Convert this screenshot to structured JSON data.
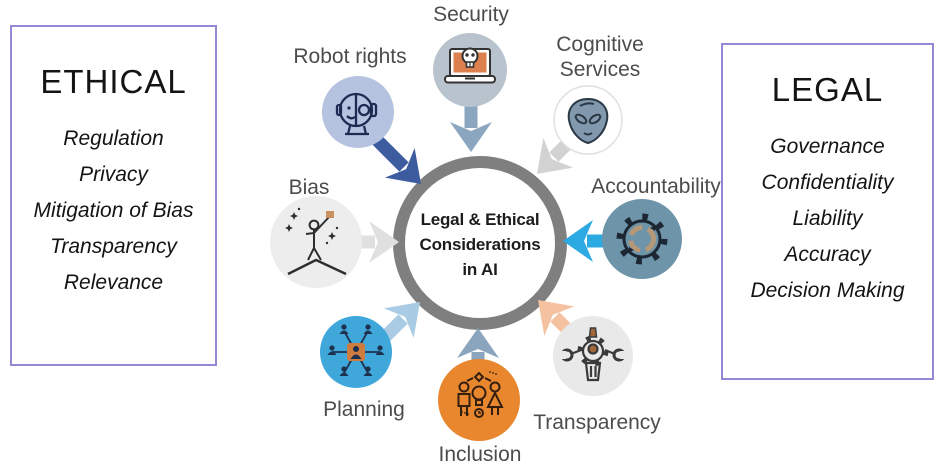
{
  "diagram": {
    "center": {
      "lines": [
        "Legal & Ethical",
        "Considerations",
        "in AI"
      ],
      "ring_color": "#7f7f7f"
    },
    "nodes": [
      {
        "id": "robot-rights",
        "label": "Robot rights",
        "icon": "robot-head-icon",
        "circle_color": "#b5c2e0",
        "arrow_color": "#3d5ca0"
      },
      {
        "id": "security",
        "label": "Security",
        "icon": "laptop-skull-icon",
        "circle_color": "#b9c3ce",
        "arrow_color": "#8ba6bf"
      },
      {
        "id": "cognitive-services",
        "label": "Cognitive Services",
        "icon": "alien-icon",
        "circle_color": "#ffffff",
        "arrow_color": "#d2d2d2"
      },
      {
        "id": "accountability",
        "label": "Accountability",
        "icon": "gear-sync-icon",
        "circle_color": "#6e94a9",
        "arrow_color": "#2caae1"
      },
      {
        "id": "transparency",
        "label": "Transparency",
        "icon": "gear-wrench-icon",
        "circle_color": "#e9e9e9",
        "arrow_color": "#f4c2a0"
      },
      {
        "id": "inclusion",
        "label": "Inclusion",
        "icon": "people-idea-icon",
        "circle_color": "#e8872e",
        "arrow_color": "#8aa5bd"
      },
      {
        "id": "planning",
        "label": "Planning",
        "icon": "network-people-icon",
        "circle_color": "#3fa7da",
        "arrow_color": "#a9cbe4"
      },
      {
        "id": "bias",
        "label": "Bias",
        "icon": "balance-person-icon",
        "circle_color": "#ededed",
        "arrow_color": "#e0e0e0"
      }
    ]
  },
  "ethical_box": {
    "title": "ETHICAL",
    "items": [
      "Regulation",
      "Privacy",
      "Mitigation of Bias",
      "Transparency",
      "Relevance"
    ],
    "border_color": "#9786d6"
  },
  "legal_box": {
    "title": "LEGAL",
    "items": [
      "Governance",
      "Confidentiality",
      "Liability",
      "Accuracy",
      "Decision Making"
    ],
    "border_color": "#9786d6"
  }
}
